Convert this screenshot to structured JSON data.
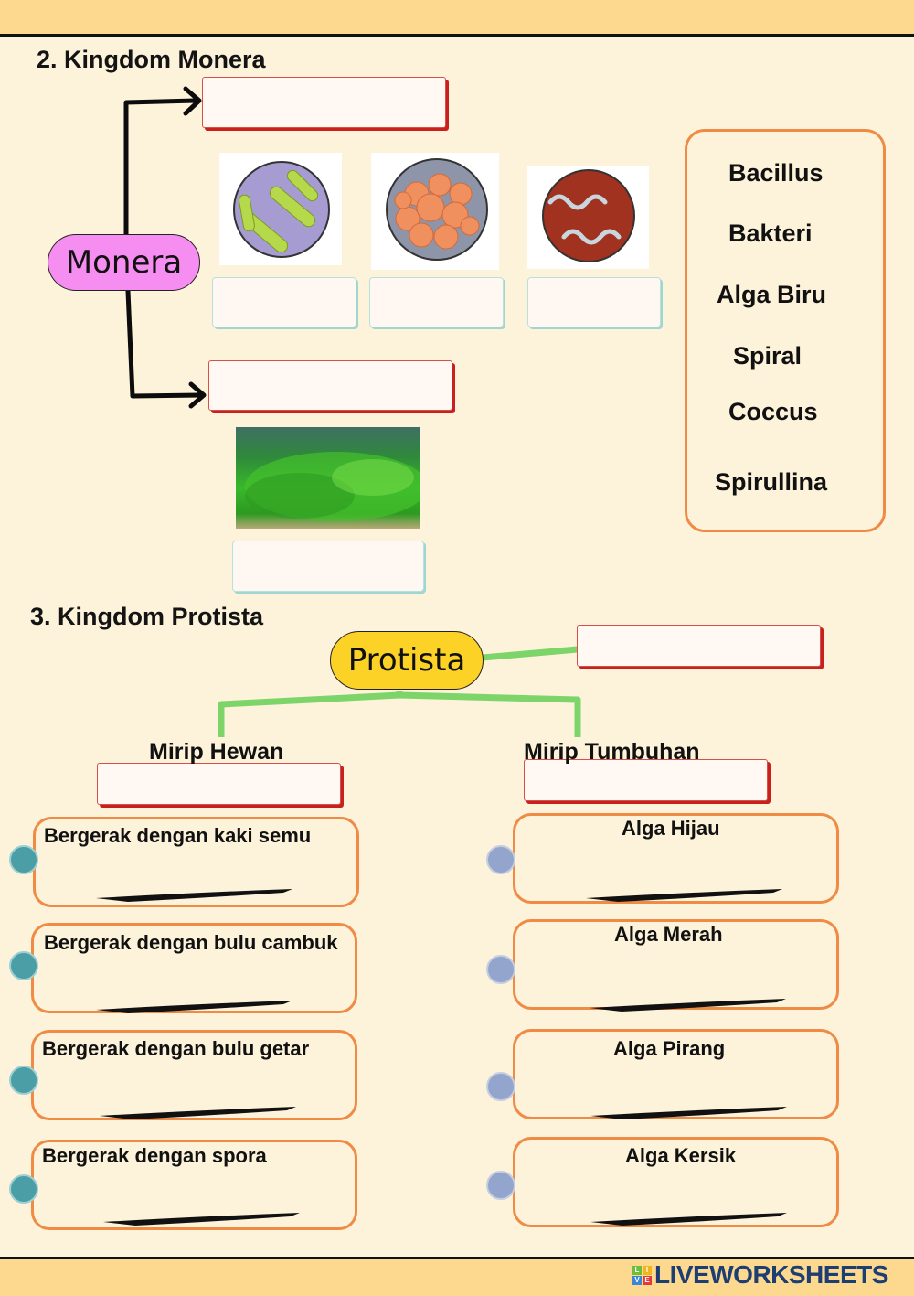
{
  "monera_section": {
    "title": "2. Kingdom Monera",
    "central_node": "Monera",
    "images": [
      {
        "name": "bacillus-image",
        "alt": "rod-shaped bacteria"
      },
      {
        "name": "coccus-image",
        "alt": "round bacteria cluster"
      },
      {
        "name": "spiral-image",
        "alt": "spiral bacteria"
      },
      {
        "name": "blue-algae-image",
        "alt": "green algae"
      }
    ],
    "answer_boxes": {
      "top_red": "",
      "bottom_red": "",
      "image_1": "",
      "image_2": "",
      "image_3": "",
      "image_4": ""
    },
    "word_bank": [
      "Bacillus",
      "Bakteri",
      "Alga Biru",
      "Spiral",
      "Coccus",
      "Spirullina"
    ]
  },
  "protista_section": {
    "title": "3. Kingdom Protista",
    "central_node": "Protista",
    "branch_left_label": "Mirip Hewan",
    "branch_right_label": "Mirip Tumbuhan",
    "answer_boxes": {
      "top_right": "",
      "left": "",
      "right": ""
    },
    "left_cards": [
      "Bergerak dengan kaki semu",
      "Bergerak dengan bulu cambuk",
      "Bergerak dengan bulu getar",
      "Bergerak dengan spora"
    ],
    "right_cards": [
      "Alga Hijau",
      "Alga Merah",
      "Alga Pirang",
      "Alga Kersik"
    ]
  },
  "footer": {
    "logo_letters": [
      "L",
      "I",
      "V",
      "E"
    ],
    "brand": "LIVEWORKSHEETS"
  },
  "colors": {
    "background": "#fdf2da",
    "band": "#fcd98f",
    "monera_pill": "#f58ef0",
    "protista_pill": "#fdd226",
    "card_border": "#ef8b45",
    "connector_green": "#7dd56a",
    "dot_teal": "#4c9ea6",
    "dot_blue": "#93a5cc"
  }
}
